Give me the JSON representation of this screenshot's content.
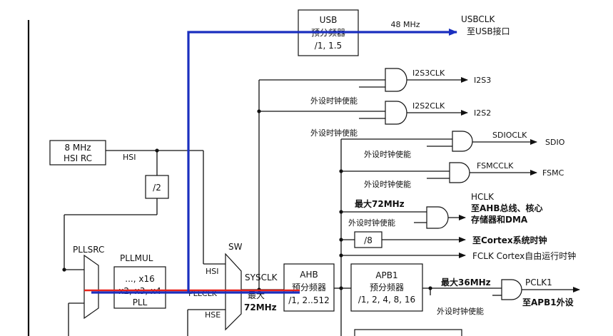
{
  "blocks": {
    "usb_prescaler": [
      "USB",
      "预分频器",
      "/1, 1.5"
    ],
    "hsi_rc": [
      "8 MHz",
      "HSI RC"
    ],
    "div2": "/2",
    "pll": [
      "..., x16",
      "x2, x3, x4",
      "PLL"
    ],
    "ahb_prescaler": [
      "AHB",
      "预分频器",
      "/1, 2..512"
    ],
    "div8": "/8",
    "apb1_prescaler": [
      "APB1",
      "预分频器",
      "/1, 2, 4, 8, 16"
    ]
  },
  "labels": {
    "usb_freq": "48 MHz",
    "usbclk": "USBCLK",
    "usb_dest": "至USB接口",
    "i2s3clk": "I2S3CLK",
    "i2s3": "I2S3",
    "i2s2clk": "I2S2CLK",
    "i2s2": "I2S2",
    "periph_en": "外设时钟使能",
    "sdioclk": "SDIOCLK",
    "sdio": "SDIO",
    "fsmcclk": "FSMCCLK",
    "fsmc": "FSMC",
    "ahb_max": "最大72MHz",
    "hclk": "HCLK",
    "hclk_dest1": "至AHB总线、核心",
    "hclk_dest2": "存储器和DMA",
    "cortex_sys": "至Cortex系统时钟",
    "fclk": "FCLK Cortex自由运行时钟",
    "hsi": "HSI",
    "pllsrc": "PLLSRC",
    "pllmul": "PLLMUL",
    "sw": "SW",
    "hsi_in": "HSI",
    "pllclk": "PLLCLK",
    "hse": "HSE",
    "sysclk": "SYSCLK",
    "max": "最大",
    "sys_max": "72MHz",
    "apb1_max": "最大36MHz",
    "pclk1": "PCLK1",
    "apb1_dest": "至APB1外设"
  },
  "colors": {
    "highlight_blue": "#1a2fbf",
    "highlight_red": "#e8231a",
    "line": "#111111"
  }
}
